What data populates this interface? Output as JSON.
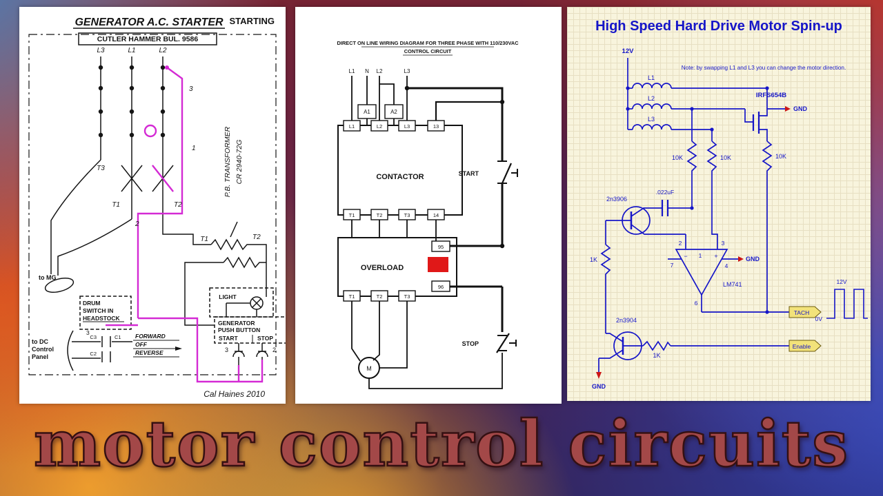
{
  "caption": "motor control circuits",
  "colors": {
    "magenta_wire": "#d42ad4",
    "schematic_blue": "#1616c8",
    "gnd_red": "#cc1616",
    "flag_yellow": "#f2e27a",
    "caption_red": "#a34848",
    "overload_indicator_red": "#e01818"
  },
  "p1": {
    "title": "GENERATOR A.C. STARTER",
    "subtitle": "CUTLER HAMMER BUL. 9586",
    "corner": "STARTING",
    "credit": "Cal Haines  2010",
    "labels": {
      "l3": "L3",
      "l1": "L1",
      "l2": "L2",
      "t3": "T3",
      "t1": "T1",
      "t2": "T2",
      "n3": "3",
      "n1": "1",
      "n2": "2",
      "xfmr1": "P.B. TRANSFORMER",
      "xfmr2": "CR 2940-72G",
      "rt1": "T1",
      "rt2": "T2",
      "to_mg": "to MG",
      "drum": "DRUM",
      "switch_in": "SWITCH IN",
      "headstock": "HEADSTOCK",
      "d3": "3",
      "c3": "C3",
      "c1": "C1",
      "c2": "C2",
      "forward": "FORWARD",
      "off": "OFF",
      "reverse": "REVERSE",
      "to_dc1": "to DC",
      "to_dc2": "Control",
      "to_dc3": "Panel",
      "light": "LIGHT",
      "gen": "GENERATOR",
      "push": "PUSH BUTTON",
      "start": "START",
      "stop": "STOP",
      "b3": "3",
      "b2": "2"
    }
  },
  "p2": {
    "header1": "DIRECT ON LINE WIRING DIAGRAM FOR THREE PHASE WITH 110/230VAC",
    "header2": "CONTROL CIRCUIT",
    "labels": {
      "l1": "L1",
      "n": "N",
      "l2": "L2",
      "l3": "L3",
      "a1": "A1",
      "a2": "A2",
      "contactor": "CONTACTOR",
      "cl1": "L1",
      "cl2": "L2",
      "cl3": "L3",
      "c13": "13",
      "ct1": "T1",
      "ct2": "T2",
      "ct3": "T3",
      "c14": "14",
      "start": "START",
      "stop": "STOP",
      "overload": "OVERLOAD",
      "n95": "95",
      "n96": "96",
      "ot1": "T1",
      "ot2": "T2",
      "ot3": "T3",
      "m": "M"
    }
  },
  "p3": {
    "title": "High Speed Hard Drive Motor Spin-up",
    "note": "Note: by swapping L1 and L3 you can change the motor direction.",
    "labels": {
      "v12": "12V",
      "l1": "L1",
      "l2": "L2",
      "l3": "L3",
      "mosfet": "IRFS654B",
      "gnd_top": "GND",
      "gnd_mid": "GND",
      "gnd_bot": "GND",
      "r10k_a": "10K",
      "r10k_b": "10K",
      "r10k_c": "10K",
      "q1": "2n3906",
      "q2": "2n3904",
      "cap": ".022uF",
      "r1k_a": "1K",
      "r1k_b": "1K",
      "opamp": "LM741",
      "pin2": "2",
      "pin3": "3",
      "pin1": "1",
      "pin7": "7",
      "pin4": "4",
      "pin6": "6",
      "plus": "+",
      "minus": "−",
      "v12b": "12V",
      "v0": "0V",
      "tach": "TACH",
      "enable": "Enable"
    }
  }
}
